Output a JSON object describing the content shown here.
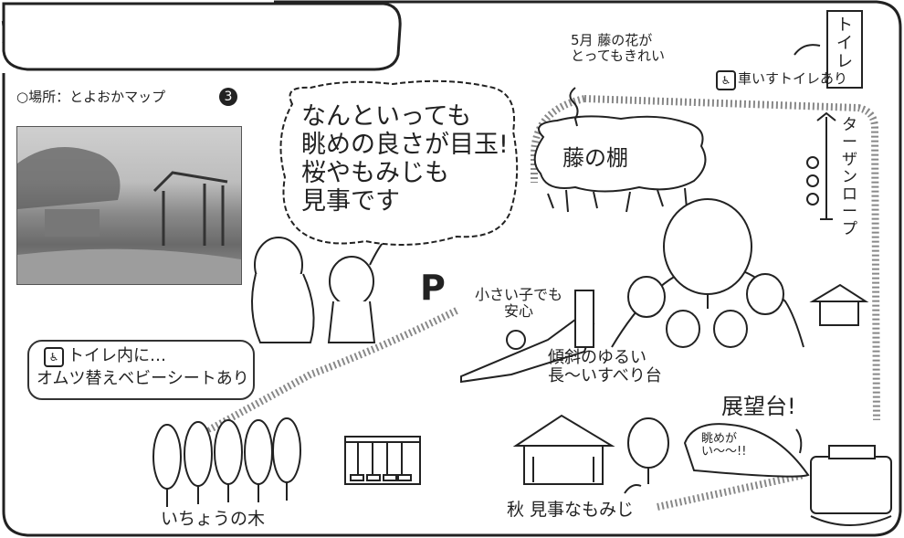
{
  "title": "がきっ子公園",
  "location_label": "○場所：とよおかマップ",
  "location_map_number": "3",
  "speech_bubble": "なんといっても\n眺めの良さが目玉!\n桜やもみじも\n見事です",
  "parking_label": "P",
  "wisteria_note": "5月 藤の花が\nとってもきれい",
  "wisteria_label": "藤の棚",
  "toilet_sign": "トイレ",
  "wheelchair_toilet_note": "車いすトイレあり",
  "tarzan_rope_label": "ターザンロープ",
  "small_children_note": "小さい子でも\n安心",
  "slide_note": "傾斜のゆるい\n長～いすべり台",
  "diaper_note_line1": "トイレ内に…",
  "diaper_note_line2": "オムツ替えベビーシートあり",
  "ginkgo_label": "いちょうの木",
  "maple_label": "秋 見事なもみじ",
  "observation_deck_label": "展望台!",
  "view_note": "眺めが\nい～～!!",
  "icons": [
    "wheelchair-icon",
    "wheelchair-icon"
  ]
}
